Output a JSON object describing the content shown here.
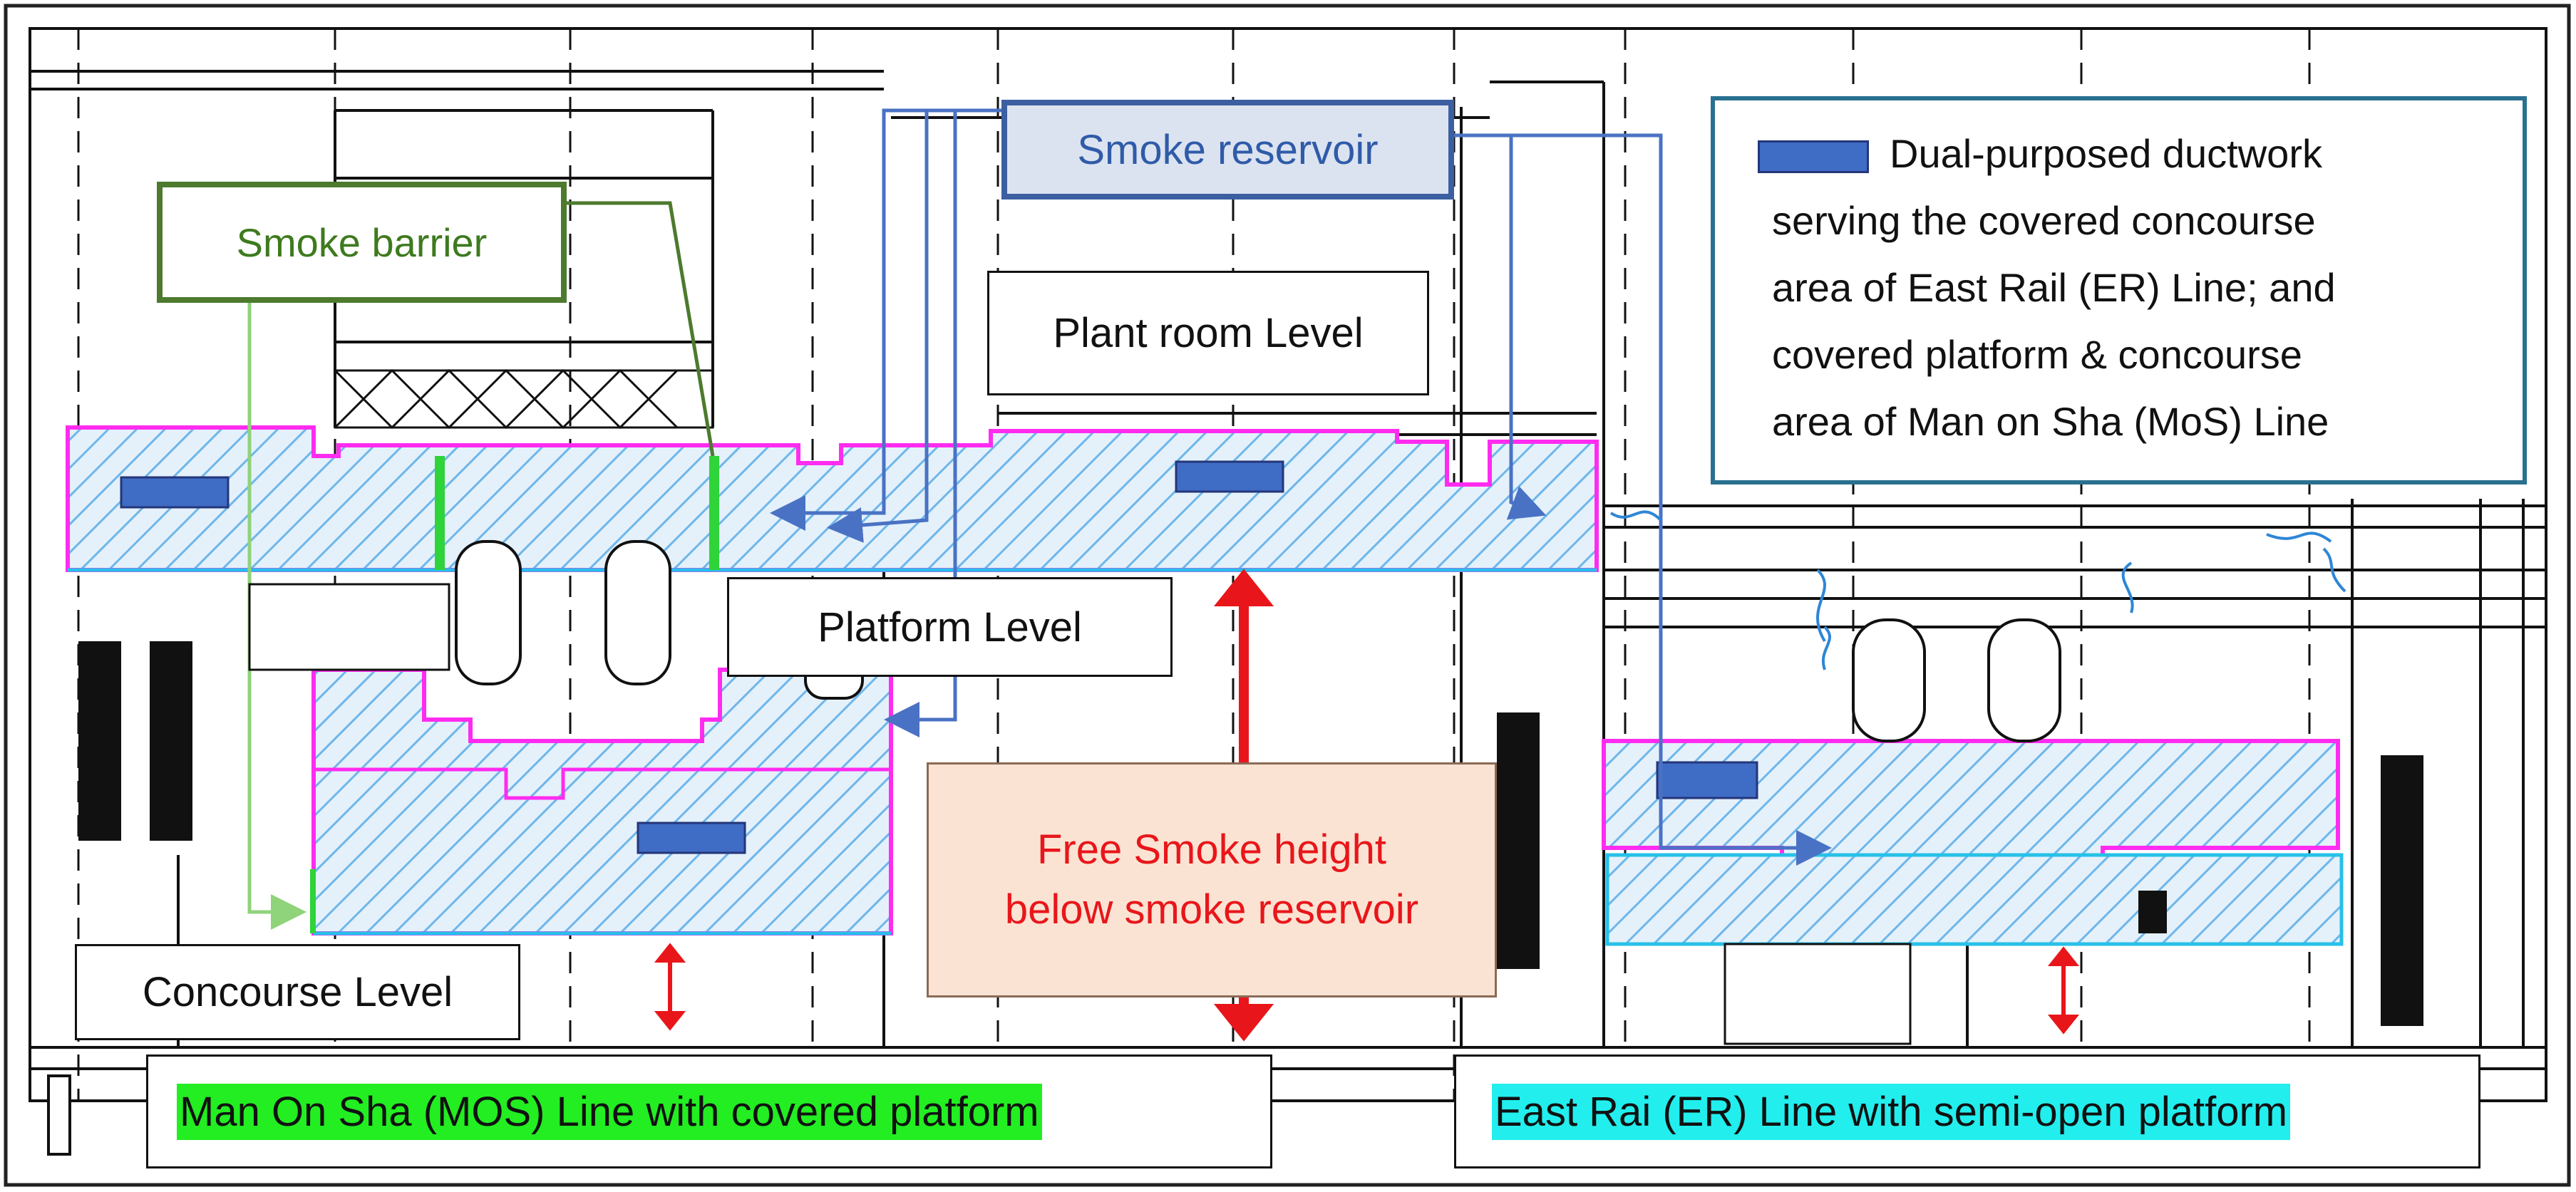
{
  "labels": {
    "smoke_reservoir": "Smoke reservoir",
    "smoke_barrier": "Smoke barrier",
    "plant_room_level": "Plant room Level",
    "platform_level": "Platform Level",
    "concourse_level": "Concourse Level",
    "free_smoke_height": [
      "Free Smoke height",
      "below smoke reservoir"
    ],
    "mos_line": "Man On Sha (MOS) Line with covered platform",
    "er_line": "East Rai (ER) Line with semi-open platform"
  },
  "legend": {
    "lines": [
      "Dual-purposed ductwork",
      "serving the covered concourse",
      "area of East Rail (ER) Line; and",
      "covered platform & concourse",
      "area of Man on Sha (MoS) Line"
    ]
  },
  "colors": {
    "zone_outline": "#ff2cf0",
    "zone_hatch": "#6fb6ea",
    "duct": "#3f6cc4",
    "reservoir_arrow": "#4a72c4",
    "barrier_green": "#2fd33a",
    "barrier_box": "#4d7a2e",
    "height_arrow": "#e8161a",
    "mos_highlight": "#22ee22",
    "er_highlight": "#22eeee",
    "free_smoke_bg": "#fbe3d4",
    "reservoir_bg": "#dce3f0"
  }
}
